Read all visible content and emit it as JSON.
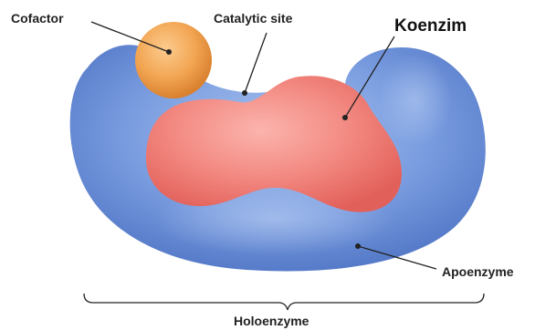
{
  "labels": {
    "cofactor": "Cofactor",
    "catalytic_site": "Catalytic site",
    "koenzim": "Koenzim",
    "apoenzyme": "Apoenzyme",
    "holoenzyme": "Holoenzyme"
  },
  "colors": {
    "apoenzyme_fill": "#6f93d6",
    "coenzyme_fill": "#f07f7a",
    "cofactor_fill": "#f0a050",
    "label_text": "#222222"
  }
}
